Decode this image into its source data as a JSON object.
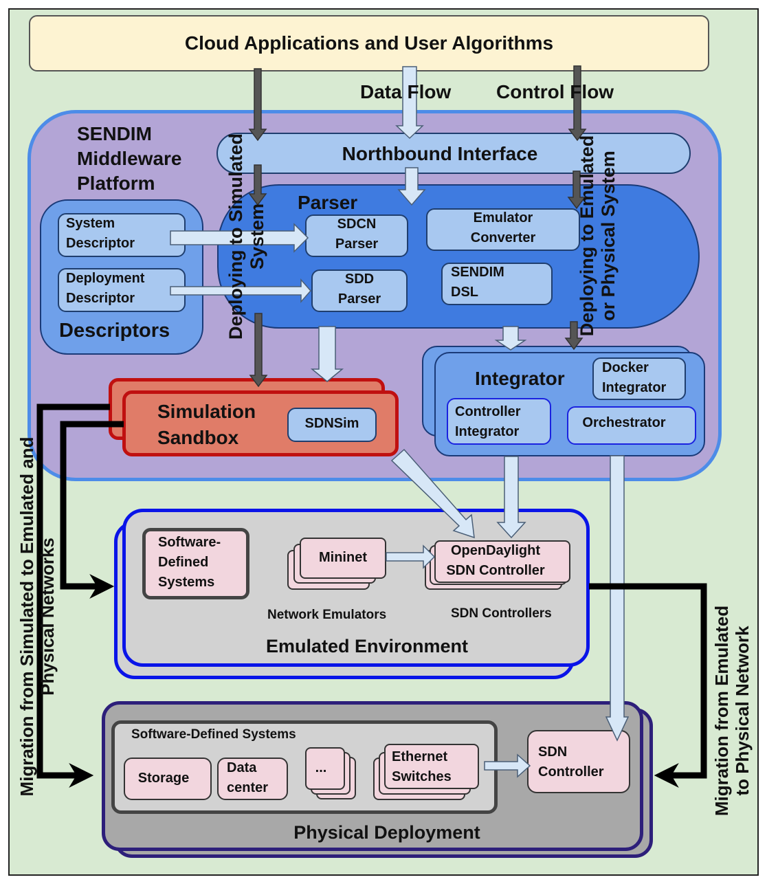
{
  "top_box": "Cloud Applications and User Algorithms",
  "flow_labels": {
    "data_flow": "Data Flow",
    "control_flow": "Control Flow"
  },
  "platform": {
    "title_line1": "SENDIM",
    "title_line2": "Middleware",
    "title_line3": "Platform"
  },
  "northbound": "Northbound Interface",
  "parser": {
    "title": "Parser",
    "sdcn_line1": "SDCN",
    "sdcn_line2": "Parser",
    "sdd_line1": "SDD",
    "sdd_line2": "Parser",
    "emulator_line1": "Emulator",
    "emulator_line2": "Converter",
    "dsl_line1": "SENDIM",
    "dsl_line2": "DSL"
  },
  "descriptors": {
    "title": "Descriptors",
    "system_line1": "System",
    "system_line2": "Descriptor",
    "deployment_line1": "Deployment",
    "deployment_line2": "Descriptor"
  },
  "rotated": {
    "deploy_sim_line1": "Deploying to Simulated",
    "deploy_sim_line2": "System",
    "deploy_emu_line1": "Deploying to Emulated",
    "deploy_emu_line2": "or Physical System",
    "migrate_left_line1": "Migration from Simulated to Emulated and",
    "migrate_left_line2": "Physical Networks",
    "migrate_right_line1": "Migration from Emulated",
    "migrate_right_line2": "to Physical Network"
  },
  "sandbox": {
    "title_line1": "Simulation",
    "title_line2": "Sandbox",
    "sdnsim": "SDNSim"
  },
  "integrator": {
    "title": "Integrator",
    "docker_line1": "Docker",
    "docker_line2": "Integrator",
    "controller_line1": "Controller",
    "controller_line2": "Integrator",
    "orchestrator": "Orchestrator"
  },
  "emulated": {
    "title": "Emulated Environment",
    "sds_line1": "Software-",
    "sds_line2": "Defined",
    "sds_line3": "Systems",
    "mininet": "Mininet",
    "odl_line1": "OpenDaylight",
    "odl_line2": "SDN Controller",
    "net_emulators": "Network Emulators",
    "sdn_controllers": "SDN Controllers"
  },
  "physical": {
    "title": "Physical Deployment",
    "sds_title": "Software-Defined Systems",
    "storage": "Storage",
    "dc_line1": "Data",
    "dc_line2": "center",
    "ellipsis": "...",
    "eth_line1": "Ethernet",
    "eth_line2": "Switches",
    "ctrl_line1": "SDN",
    "ctrl_line2": "Controller"
  },
  "colors": {
    "background": "#d8ead2",
    "top_box": "#fdf3d2",
    "platform": "#b3a5d6",
    "platform_border": "#4d8ce8",
    "light_blue": "#a8c8f0",
    "parser": "#3f7be0",
    "sandbox": "#e07c68",
    "sandbox_border": "#c01010",
    "emulated": "#d2d2d2",
    "emulated_border": "#0a14e8",
    "physical": "#a8a8a8",
    "physical_border": "#2d1f7a",
    "pink": "#f2d6de",
    "dark_arrow": "#555555",
    "light_arrow": "#d7e7f7"
  }
}
